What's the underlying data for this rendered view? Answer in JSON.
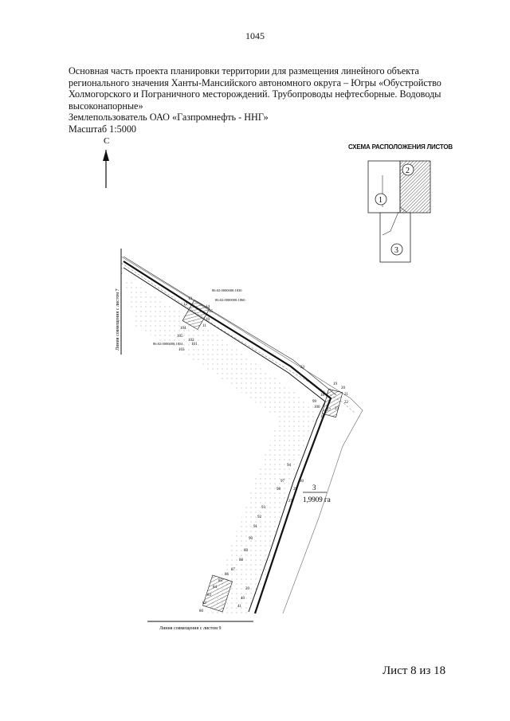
{
  "page_number": "1045",
  "title": {
    "lines": [
      "Основная часть проекта планировки территории для размещения линейного объекта",
      "регионального значения Ханты-Мансийского автономного округа – Югры «Обустройство",
      "Холмогорского и Пограничного месторождений. Трубопроводы нефтесборные. Водоводы",
      "высоконапорные»"
    ],
    "land_user": "Землепользователь ОАО «Газпромнефть - ННГ»",
    "scale": "Масштаб 1:5000"
  },
  "north_arrow": {
    "label": "С"
  },
  "sheet_scheme": {
    "title": "СХЕМА РАСПОЛОЖЕНИЯ ЛИСТОВ",
    "sheets": [
      "1",
      "2",
      "3"
    ],
    "colors": {
      "hatch": "#555555",
      "line": "#222222"
    }
  },
  "plan": {
    "match_line_left": "Линия совмещения с листом 7",
    "match_line_bottom": "Линия совмещения с листом 9",
    "area_label": "1,9909 га",
    "area_index": "3",
    "points": [
      "10",
      "11",
      "12",
      "13",
      "14",
      "15",
      "16",
      "17",
      "18",
      "19",
      "20",
      "21",
      "22",
      "23",
      "24",
      "25",
      "26",
      "27",
      "28",
      "29",
      "30",
      "31",
      "32",
      "33",
      "34",
      "35",
      "36",
      "37",
      "38",
      "39",
      "40",
      "41",
      "80",
      "81",
      "82",
      "83",
      "84",
      "85",
      "86",
      "87",
      "88",
      "89",
      "90",
      "91",
      "92",
      "93",
      "94",
      "95",
      "96",
      "97",
      "98",
      "99",
      "100",
      "101",
      "102",
      "103",
      "104",
      "105"
    ],
    "coords": [
      "86:02:0000000:1830",
      "86:02:0000000:1860",
      "86:02:0000000:1854"
    ],
    "colors": {
      "line": "#111111",
      "hatch": "#777777"
    }
  },
  "footer": {
    "sheet_label": "Лист 8 из 18"
  }
}
